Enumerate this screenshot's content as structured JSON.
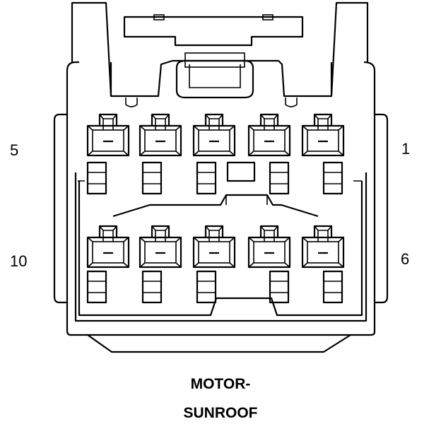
{
  "connector": {
    "pin_labels": {
      "top_left": "5",
      "top_right": "1",
      "bottom_left": "10",
      "bottom_right": "6"
    },
    "caption_line1": "MOTOR-",
    "caption_line2": "SUNROOF"
  }
}
